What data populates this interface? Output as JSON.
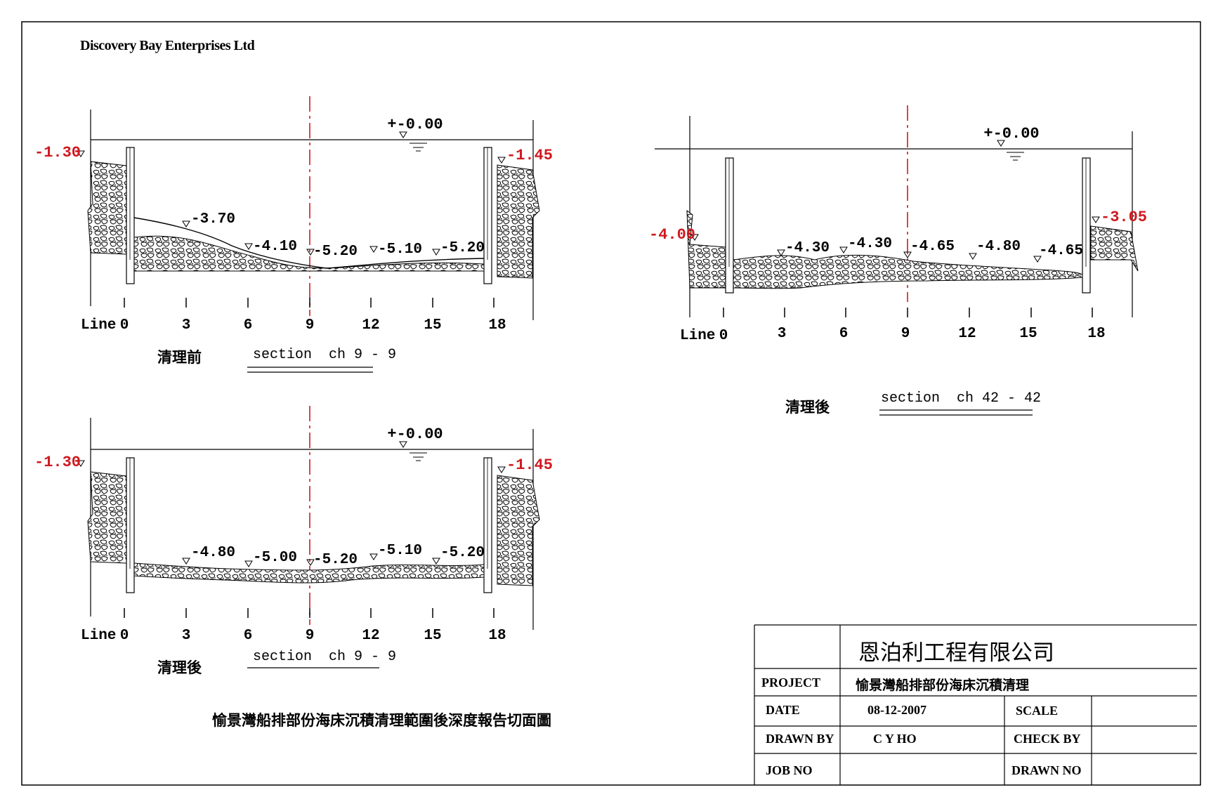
{
  "header": {
    "company": "Discovery Bay Enterprises Ltd"
  },
  "drawing_title": "愉景灣船排部份海床沉積清理範圍後深度報告切面圖",
  "colors": {
    "line": "#000000",
    "highlight": "#d0191f"
  },
  "sections": [
    {
      "caption_zh": "清理前",
      "section_label": "section  ch 9 - 9",
      "water_level": "+-0.00",
      "left_bank": "-1.30",
      "right_bank": "-1.45",
      "depth_labels": [
        "-3.70",
        "-4.10",
        "-5.20",
        "-5.10",
        "-5.20"
      ],
      "axis": {
        "line_label": "Line",
        "ticks": [
          "0",
          "3",
          "6",
          "9",
          "12",
          "15",
          "18"
        ]
      }
    },
    {
      "caption_zh": "清理後",
      "section_label": "section  ch 9 - 9",
      "water_level": "+-0.00",
      "left_bank": "-1.30",
      "right_bank": "-1.45",
      "depth_labels": [
        "-4.80",
        "-5.00",
        "-5.20",
        "-5.10",
        "-5.20"
      ],
      "axis": {
        "line_label": "Line",
        "ticks": [
          "0",
          "3",
          "6",
          "9",
          "12",
          "15",
          "18"
        ]
      }
    },
    {
      "caption_zh": "清理後",
      "section_label": "section  ch 42 - 42",
      "water_level": "+-0.00",
      "left_bank": "-4.00",
      "right_bank": "-3.05",
      "depth_labels": [
        "-4.30",
        "-4.30",
        "-4.65",
        "-4.80",
        "-4.65"
      ],
      "axis": {
        "line_label": "Line",
        "ticks": [
          "0",
          "3",
          "6",
          "9",
          "12",
          "15",
          "18"
        ]
      }
    }
  ],
  "title_block": {
    "company": "恩泊利工程有限公司",
    "project_label": "PROJECT",
    "project": "愉景灣船排部份海床沉積清理",
    "date_label": "DATE",
    "date": "08-12-2007",
    "scale_label": "SCALE",
    "scale": "",
    "drawn_by_label": "DRAWN BY",
    "drawn_by": "C Y HO",
    "check_by_label": "CHECK BY",
    "check_by": "",
    "job_no_label": "JOB NO",
    "job_no": "",
    "drawn_no_label": "DRAWN NO",
    "drawn_no": ""
  }
}
